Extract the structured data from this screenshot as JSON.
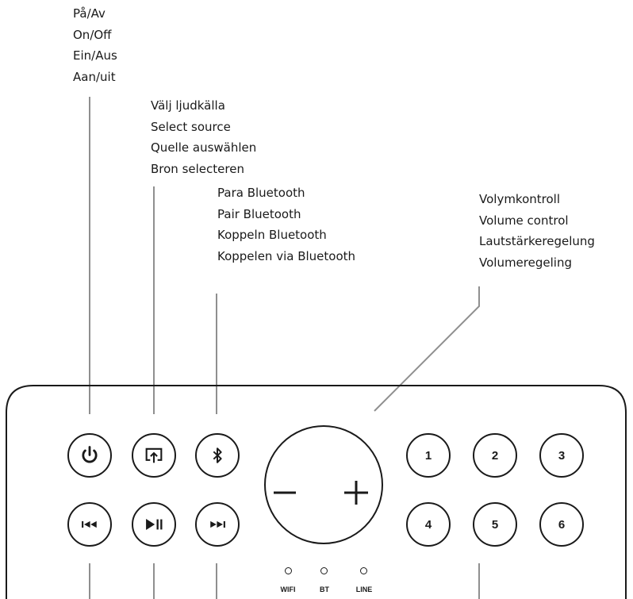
{
  "labels": {
    "power": [
      "På/Av",
      "On/Off",
      "Ein/Aus",
      "Aan/uit"
    ],
    "source": [
      "Välj ljudkälla",
      "Select source",
      "Quelle auswählen",
      "Bron selecteren"
    ],
    "bluetooth": [
      "Para Bluetooth",
      "Pair Bluetooth",
      "Koppeln Bluetooth",
      "Koppelen via Bluetooth"
    ],
    "volume": [
      "Volymkontroll",
      "Volume control",
      "Lautstärkeregelung",
      "Volumeregeling"
    ]
  },
  "buttons": {
    "top_row_icons": [
      "power-icon",
      "airplay-source-icon",
      "bluetooth-icon"
    ],
    "bottom_row_icons": [
      "previous-track-icon",
      "play-pause-icon",
      "next-track-icon"
    ],
    "presets": [
      "1",
      "2",
      "3",
      "4",
      "5",
      "6"
    ]
  },
  "knob": {
    "minus": "−",
    "plus": "+"
  },
  "indicators": [
    "WIFI",
    "BT",
    "LINE"
  ]
}
